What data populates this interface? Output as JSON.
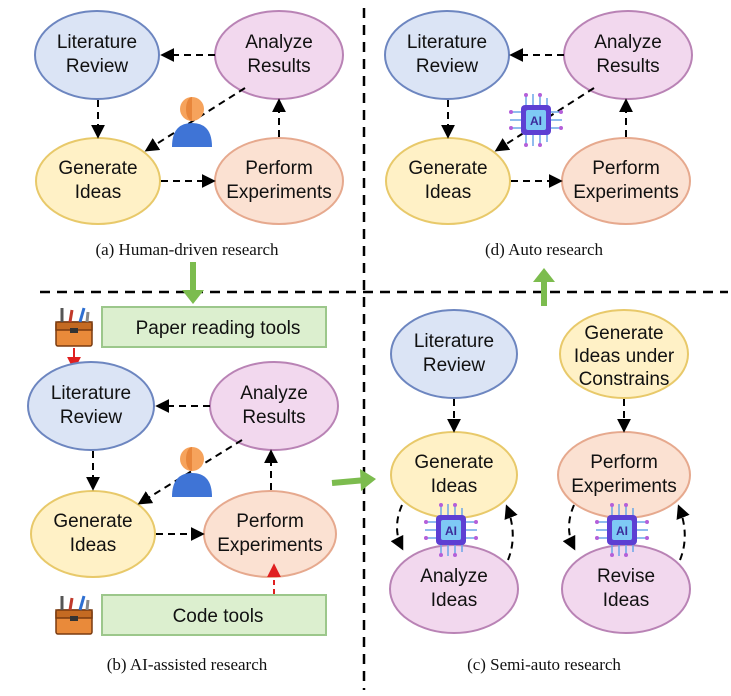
{
  "panels": {
    "a": {
      "caption": "(a) Human-driven research",
      "literature_review": [
        "Literature",
        "Review"
      ],
      "analyze_results": [
        "Analyze",
        "Results"
      ],
      "generate_ideas": [
        "Generate",
        "Ideas"
      ],
      "perform_experiments": [
        "Perform",
        "Experiments"
      ]
    },
    "b": {
      "caption": "(b) AI-assisted research",
      "paper_tools": "Paper reading tools",
      "code_tools": "Code tools",
      "literature_review": [
        "Literature",
        "Review"
      ],
      "analyze_results": [
        "Analyze",
        "Results"
      ],
      "generate_ideas": [
        "Generate",
        "Ideas"
      ],
      "perform_experiments": [
        "Perform",
        "Experiments"
      ]
    },
    "c": {
      "caption": "(c) Semi-auto research",
      "literature_review": [
        "Literature",
        "Review"
      ],
      "generate_ideas": [
        "Generate",
        "Ideas"
      ],
      "analyze_ideas": [
        "Analyze",
        "Ideas"
      ],
      "generate_constrained": [
        "Generate",
        "Ideas under",
        "Constrains"
      ],
      "perform_experiments": [
        "Perform",
        "Experiments"
      ],
      "revise_ideas": [
        "Revise",
        "Ideas"
      ]
    },
    "d": {
      "caption": "(d) Auto research",
      "literature_review": [
        "Literature",
        "Review"
      ],
      "analyze_results": [
        "Analyze",
        "Results"
      ],
      "generate_ideas": [
        "Generate",
        "Ideas"
      ],
      "perform_experiments": [
        "Perform",
        "Experiments"
      ]
    }
  },
  "chip_label": "AI",
  "colors": {
    "blue": "#dbe4f5",
    "purple": "#f2d8ee",
    "yellow": "#fff1c6",
    "orange": "#fbe1d2",
    "tool_green": "#dcefcf",
    "green_arrow": "#7cbc4e",
    "red_arrow": "#e02020"
  },
  "icons": [
    "person-icon",
    "ai-chip-icon",
    "toolbox-icon"
  ]
}
